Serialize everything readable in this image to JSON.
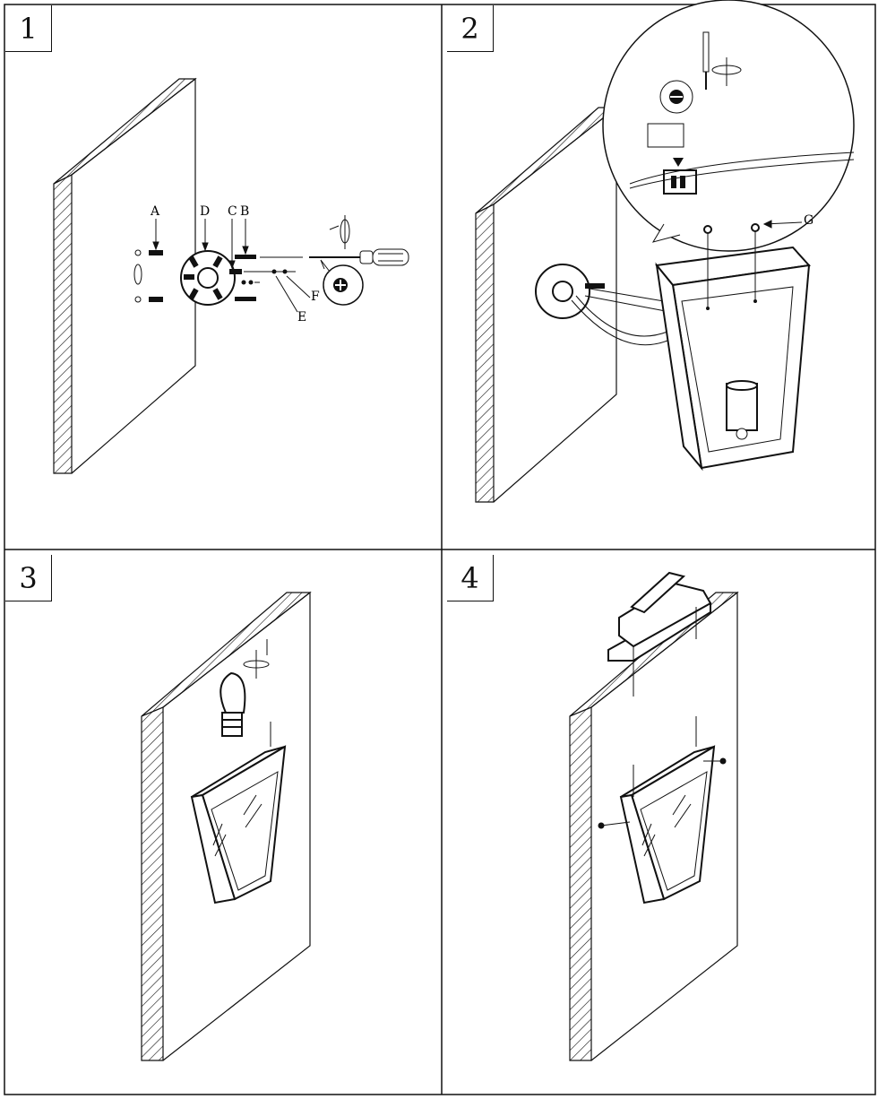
{
  "steps": [
    {
      "number": "1"
    },
    {
      "number": "2"
    },
    {
      "number": "3"
    },
    {
      "number": "4"
    }
  ],
  "labels": {
    "A": "A",
    "B": "B",
    "C": "C",
    "D": "D",
    "E": "E",
    "F": "F",
    "G": "G"
  }
}
